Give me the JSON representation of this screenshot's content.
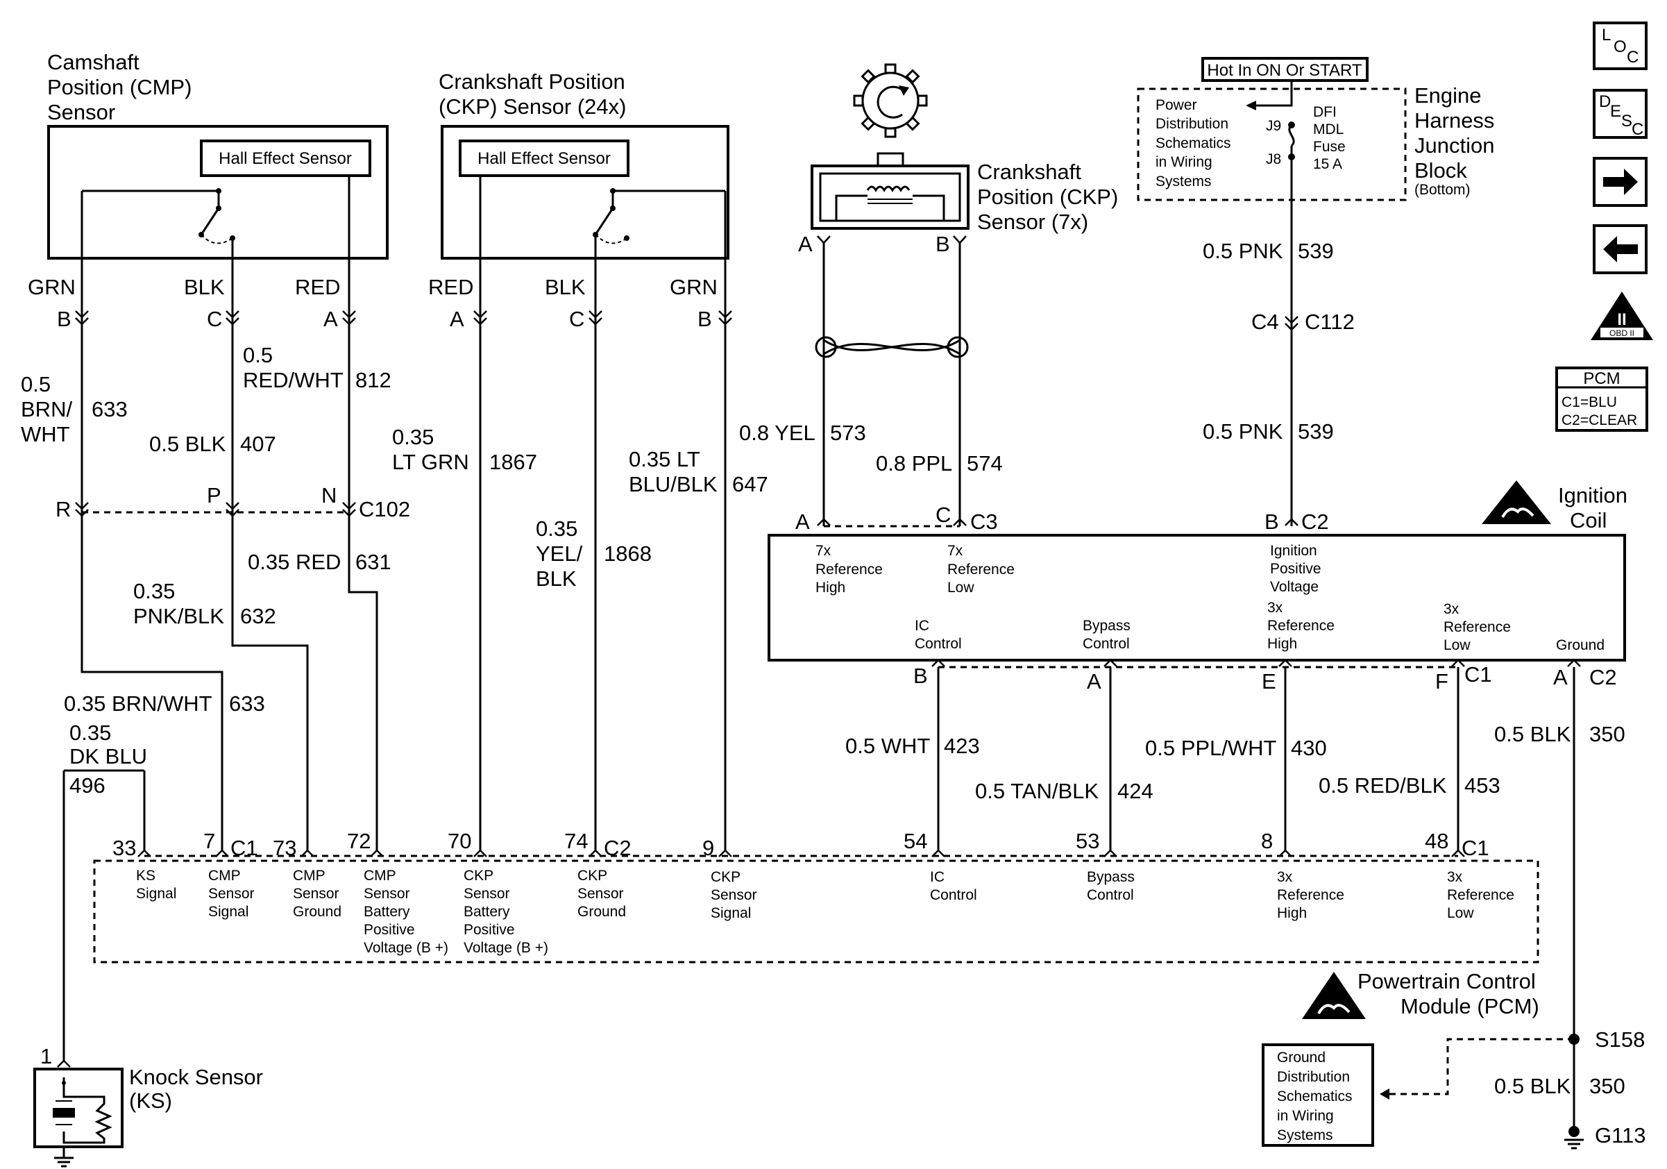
{
  "cmp_sensor": {
    "title1": "Camshaft",
    "title2": "Position (CMP)",
    "title3": "Sensor",
    "inner": "Hall Effect Sensor"
  },
  "ckp24_sensor": {
    "title1": "Crankshaft Position",
    "title2": "(CKP) Sensor (24x)",
    "inner": "Hall Effect Sensor"
  },
  "ckp7_sensor": {
    "title1": "Crankshaft",
    "title2": "Position (CKP)",
    "title3": "Sensor (7x)",
    "pin_a": "A",
    "pin_b": "B"
  },
  "fuse_block": {
    "hot": "Hot In ON Or START",
    "pd1": "Power",
    "pd2": "Distribution",
    "pd3": "Schematics",
    "pd4": "in Wiring",
    "pd5": "Systems",
    "j9": "J9",
    "j8": "J8",
    "fuse1": "DFI",
    "fuse2": "MDL",
    "fuse3": "Fuse",
    "fuse4": "15 A",
    "t1": "Engine",
    "t2": "Harness",
    "t3": "Junction",
    "t4": "Block",
    "t5": "(Bottom)"
  },
  "nav": {
    "loc_l": "L",
    "loc_o": "O",
    "loc_c": "C",
    "desc_d": "D",
    "desc_e": "E",
    "desc_s": "S",
    "desc_c": "C",
    "obd_ii": "II",
    "obd": "OBD II"
  },
  "pcm_legend": {
    "title": "PCM",
    "c1": "C1=BLU",
    "c2": "C2=CLEAR"
  },
  "cmp_wires": {
    "grn": "GRN",
    "blk": "BLK",
    "red": "RED",
    "pin_b": "B",
    "pin_c": "C",
    "pin_a": "A",
    "w633_g": "0.5",
    "w633_c1": "BRN/",
    "w633_c2": "WHT",
    "w633_n": "633",
    "w812_g": "0.5",
    "w812_c": "RED/WHT",
    "w812_n": "812",
    "w407_c": "0.5 BLK",
    "w407_n": "407"
  },
  "c102": {
    "r": "R",
    "p": "P",
    "n": "N",
    "name": "C102",
    "w631_c": "0.35 RED",
    "w631_n": "631",
    "w632_g": "0.35",
    "w632_c": "PNK/BLK",
    "w632_n": "632",
    "w633b_c": "0.35 BRN/WHT",
    "w633b_n": "633",
    "w496_g": "0.35",
    "w496_c": "DK BLU",
    "w496_n": "496"
  },
  "ckp24_wires": {
    "red": "RED",
    "blk": "BLK",
    "grn": "GRN",
    "pin_a": "A",
    "pin_c": "C",
    "pin_b": "B",
    "w1867_g": "0.35",
    "w1867_c": "LT GRN",
    "w1867_n": "1867",
    "w1868_g": "0.35",
    "w1868_c1": "YEL/",
    "w1868_c2": "BLK",
    "w1868_n": "1868",
    "w647_g": "0.35 LT",
    "w647_c": "BLU/BLK",
    "w647_n": "647"
  },
  "ckp7_wires": {
    "w573_c": "0.8 YEL",
    "w573_n": "573",
    "w574_c": "0.8 PPL",
    "w574_n": "574"
  },
  "fuse_wires": {
    "w539_c": "0.5 PNK",
    "w539_n": "539",
    "c4": "C4",
    "c112": "C112",
    "w539b_c": "0.5 PNK",
    "w539b_n": "539"
  },
  "ignition_coil": {
    "t1": "Ignition",
    "t2": "Coil",
    "pin_a": "A",
    "pin_c": "C",
    "c3": "C3",
    "pin_b": "B",
    "c2": "C2",
    "ref7h1": "7x",
    "ref7h2": "Reference",
    "ref7h3": "High",
    "ref7l1": "7x",
    "ref7l2": "Reference",
    "ref7l3": "Low",
    "ipv1": "Ignition",
    "ipv2": "Positive",
    "ipv3": "Voltage",
    "ic1": "IC",
    "ic2": "Control",
    "byp1": "Bypass",
    "byp2": "Control",
    "r3h1": "3x",
    "r3h2": "Reference",
    "r3h3": "High",
    "r3l1": "3x",
    "r3l2": "Reference",
    "r3l3": "Low",
    "gnd": "Ground",
    "bp_b": "B",
    "bp_a": "A",
    "bp_e": "E",
    "bp_f": "F",
    "bp_c1": "C1",
    "bp_a2": "A",
    "bp_c2": "C2"
  },
  "coil_wires": {
    "w423_c": "0.5 WHT",
    "w423_n": "423",
    "w424_c": "0.5 TAN/BLK",
    "w424_n": "424",
    "w430_c": "0.5 PPL/WHT",
    "w430_n": "430",
    "w453_c": "0.5 RED/BLK",
    "w453_n": "453",
    "w350_c": "0.5 BLK",
    "w350_n": "350"
  },
  "pcm": {
    "p33": "33",
    "p7": "7",
    "c1a": "C1",
    "p73": "73",
    "p72": "72",
    "p70": "70",
    "p74": "74",
    "c2": "C2",
    "p9": "9",
    "p54": "54",
    "p53": "53",
    "p8": "8",
    "p48": "48",
    "c1b": "C1",
    "ks1": "KS",
    "ks2": "Signal",
    "cs1": "CMP",
    "cs2": "Sensor",
    "cs3": "Signal",
    "cg1": "CMP",
    "cg2": "Sensor",
    "cg3": "Ground",
    "cb1": "CMP",
    "cb2": "Sensor",
    "cb3": "Battery",
    "cb4": "Positive",
    "cb5": "Voltage (B +)",
    "kb1": "CKP",
    "kb2": "Sensor",
    "kb3": "Battery",
    "kb4": "Positive",
    "kb5": "Voltage (B +)",
    "kg1": "CKP",
    "kg2": "Sensor",
    "kg3": "Ground",
    "ks_1": "CKP",
    "ks_2": "Sensor",
    "ks_3": "Signal",
    "ic1": "IC",
    "ic2": "Control",
    "bc1": "Bypass",
    "bc2": "Control",
    "rh1": "3x",
    "rh2": "Reference",
    "rh3": "High",
    "rl1": "3x",
    "rl2": "Reference",
    "rl3": "Low",
    "t1": "Powertrain Control",
    "t2": "Module (PCM)"
  },
  "knock": {
    "pin": "1",
    "t1": "Knock Sensor",
    "t2": "(KS)"
  },
  "ground": {
    "s158": "S158",
    "w350_c": "0.5 BLK",
    "w350_n": "350",
    "g113": "G113",
    "gd1": "Ground",
    "gd2": "Distribution",
    "gd3": "Schematics",
    "gd4": "in Wiring",
    "gd5": "Systems"
  }
}
